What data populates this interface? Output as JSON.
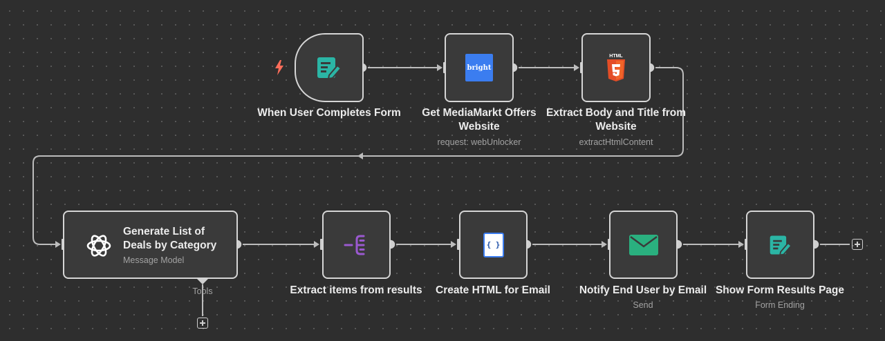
{
  "nodes": {
    "form_trigger": {
      "title": "When User Completes Form"
    },
    "get_offers": {
      "title": "Get MediaMarkt Offers Website",
      "subtitle": "request: webUnlocker",
      "icon_text": "bright"
    },
    "extract_body": {
      "title": "Extract Body and Title from Website",
      "subtitle": "extractHtmlContent",
      "icon_text": "HTML"
    },
    "generate_list": {
      "title": "Generate List of Deals by Category",
      "subtitle": "Message Model",
      "tools_label": "Tools"
    },
    "extract_items": {
      "title": "Extract items from results"
    },
    "create_html": {
      "title": "Create HTML for Email",
      "icon_text": "{ }"
    },
    "notify_user": {
      "title": "Notify End User by Email",
      "subtitle": "Send"
    },
    "show_results": {
      "title": "Show Form Results Page",
      "subtitle": "Form Ending"
    }
  },
  "icons": {
    "trigger": "lightning-bolt-icon",
    "form": "form-pencil-icon",
    "brightdata": "brightdata-logo-icon",
    "html5": "html5-icon",
    "openai": "openai-icon",
    "split": "split-out-icon",
    "code": "code-braces-icon",
    "email": "envelope-icon",
    "plus": "plus-icon"
  },
  "colors": {
    "canvas": "#2e2e2e",
    "node_fill": "#3a3a3a",
    "node_border": "#d6d6d6",
    "teal": "#2bb5a5",
    "bright_blue": "#3b7df0",
    "html_orange": "#e44d26",
    "split_purple": "#9b59d0",
    "email_green": "#2ab07f",
    "bolt_red": "#ff6d5a"
  }
}
